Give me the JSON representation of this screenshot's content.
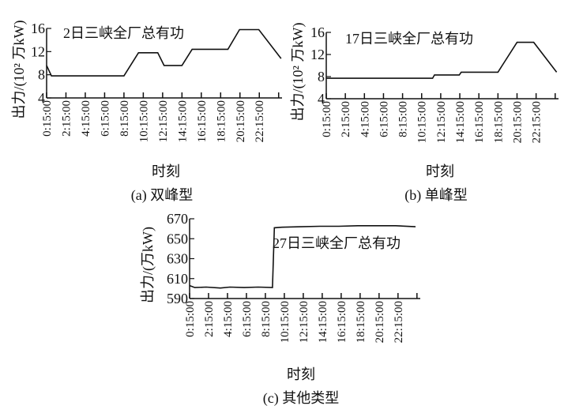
{
  "chart_data": [
    {
      "type": "line",
      "title": "2日三峡全厂总有功",
      "caption": "(a) 双峰型",
      "xlabel": "时刻",
      "ylabel": "出力/(10² 万kW)",
      "ylim": [
        4,
        16
      ],
      "yticks": [
        "4",
        "8",
        "12",
        "16"
      ],
      "xticks": [
        "0:15:00",
        "2:15:00",
        "4:15:00",
        "6:15:00",
        "8:15:00",
        "10:15:00",
        "12:15:00",
        "14:15:00",
        "16:15:00",
        "18:15:00",
        "20:15:00",
        "22:15:00"
      ],
      "x_hours": [
        0.25,
        0.75,
        8.25,
        9.75,
        11.75,
        12.4,
        14.25,
        15.3,
        19.0,
        20.2,
        22.2,
        24.5
      ],
      "values": [
        9.6,
        7.8,
        7.8,
        11.8,
        11.8,
        9.6,
        9.6,
        12.4,
        12.4,
        15.8,
        15.8,
        10.8
      ]
    },
    {
      "type": "line",
      "title": "17日三峡全厂总有功",
      "caption": "(b) 单峰型",
      "xlabel": "时刻",
      "ylabel": "出力/(10² 万kW)",
      "ylim": [
        4,
        16
      ],
      "yticks": [
        "4",
        "8",
        "12",
        "16"
      ],
      "xticks": [
        "0:15:00",
        "2:15:00",
        "4:15:00",
        "6:15:00",
        "8:15:00",
        "10:15:00",
        "12:15:00",
        "14:15:00",
        "16:15:00",
        "18:15:00",
        "20:15:00",
        "22:15:00"
      ],
      "x_hours": [
        0.25,
        11.4,
        11.6,
        14.2,
        14.4,
        18.25,
        20.25,
        22.0,
        24.4
      ],
      "values": [
        7.7,
        7.7,
        8.3,
        8.3,
        8.8,
        8.8,
        14.2,
        14.2,
        8.8
      ]
    },
    {
      "type": "line",
      "title": "27日三峡全厂总有功",
      "caption": "(c) 其他类型",
      "xlabel": "时刻",
      "ylabel": "出力/(万kW)",
      "ylim": [
        590,
        670
      ],
      "yticks": [
        "590",
        "610",
        "630",
        "650",
        "670"
      ],
      "xticks": [
        "0:15:00",
        "2:15:00",
        "4:15:00",
        "6:15:00",
        "8:15:00",
        "10:15:00",
        "12:15:00",
        "14:15:00",
        "16:15:00",
        "18:15:00",
        "20:15:00",
        "22:15:00"
      ],
      "x_hours": [
        0.25,
        0.8,
        2,
        3.5,
        4.5,
        6,
        7.5,
        9.0,
        9.2,
        10,
        12,
        14,
        16,
        18,
        20,
        22,
        24.1
      ],
      "values": [
        603,
        601,
        601.5,
        600.5,
        601.5,
        601,
        601.5,
        601,
        661,
        661.5,
        662,
        662.5,
        662.5,
        663,
        663,
        663,
        662
      ]
    }
  ]
}
